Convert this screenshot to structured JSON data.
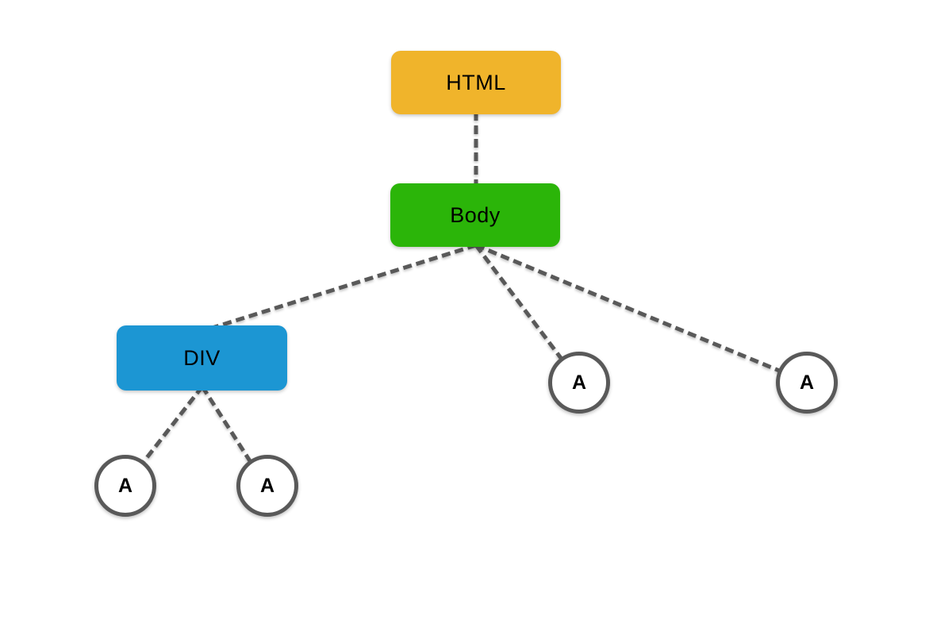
{
  "diagram": {
    "type": "dom-tree",
    "background_color": "#ffffff",
    "nodes": [
      {
        "id": "html",
        "label": "HTML",
        "shape": "rounded-rect",
        "fill_color": "#F0B42B",
        "text_color": "#000000"
      },
      {
        "id": "body",
        "label": "Body",
        "shape": "rounded-rect",
        "fill_color": "#2BB509",
        "text_color": "#000000"
      },
      {
        "id": "div",
        "label": "DIV",
        "shape": "rounded-rect",
        "fill_color": "#1C96D3",
        "text_color": "#000000"
      },
      {
        "id": "a1",
        "label": "A",
        "shape": "circle",
        "fill_color": "#ffffff",
        "border_color": "#595959",
        "text_color": "#000000"
      },
      {
        "id": "a2",
        "label": "A",
        "shape": "circle",
        "fill_color": "#ffffff",
        "border_color": "#595959",
        "text_color": "#000000"
      },
      {
        "id": "a3",
        "label": "A",
        "shape": "circle",
        "fill_color": "#ffffff",
        "border_color": "#595959",
        "text_color": "#000000"
      },
      {
        "id": "a4",
        "label": "A",
        "shape": "circle",
        "fill_color": "#ffffff",
        "border_color": "#595959",
        "text_color": "#000000"
      }
    ],
    "edges": [
      {
        "from": "html",
        "to": "body"
      },
      {
        "from": "body",
        "to": "div"
      },
      {
        "from": "body",
        "to": "a1"
      },
      {
        "from": "body",
        "to": "a2"
      },
      {
        "from": "div",
        "to": "a3"
      },
      {
        "from": "div",
        "to": "a4"
      }
    ],
    "edge_style": {
      "color": "#595959",
      "line_style": "dashed",
      "stroke_width": 5,
      "dash_pattern": "11 6"
    }
  }
}
